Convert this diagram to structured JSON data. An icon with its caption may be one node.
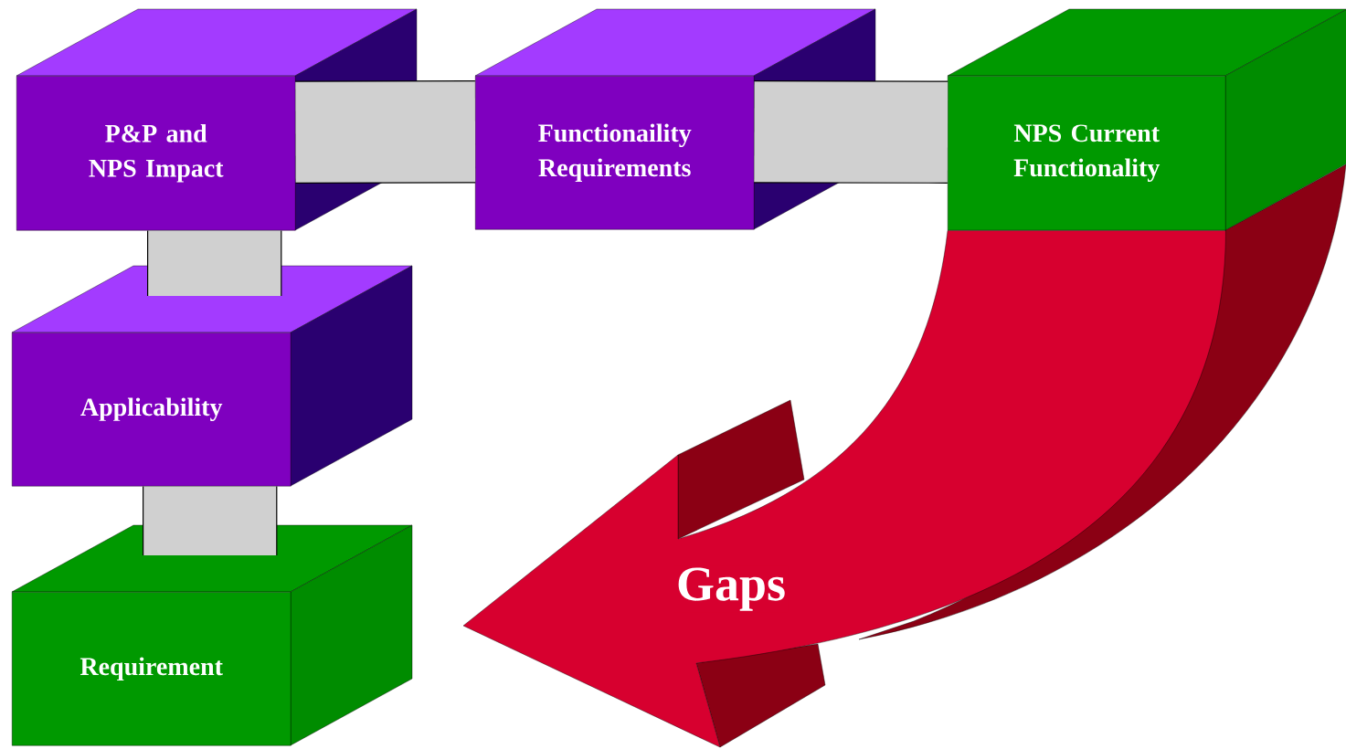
{
  "diagram": {
    "nodes": [
      {
        "text": [
          "P&P and NPS Impact"
        ]
      },
      {
        "text": [
          "Functionaility Requirements"
        ]
      },
      {
        "text": [
          "NPS Current Functionality"
        ]
      },
      {
        "text": [
          "Applicability"
        ]
      },
      {
        "text": [
          "Requirement"
        ]
      }
    ],
    "edges": [
      {
        "from": 0,
        "to": 1,
        "arrow": "none"
      },
      {
        "from": 1,
        "to": 2,
        "arrow": "none"
      },
      {
        "from": 0,
        "to": 3,
        "arrow": "none"
      },
      {
        "from": 3,
        "to": 4,
        "arrow": "none"
      },
      {
        "from": 2,
        "to": null,
        "arrow": "to",
        "label": "Gaps"
      }
    ]
  }
}
